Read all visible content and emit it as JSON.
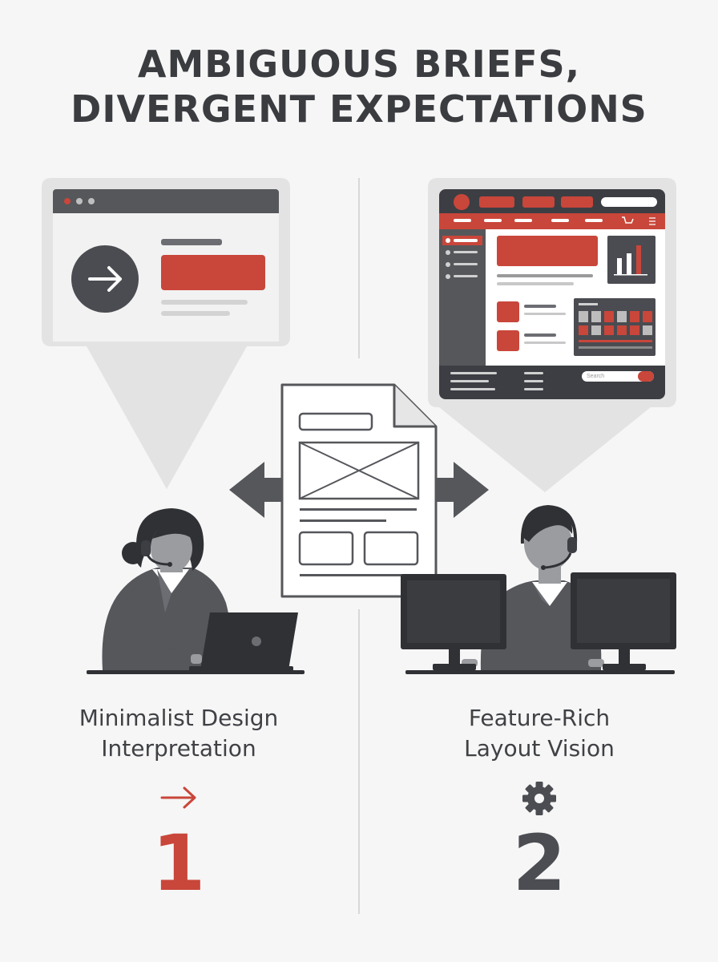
{
  "header": {
    "title_line1": "AMBIGUOUS BRIEFS,",
    "title_line2": "DIVERGENT EXPECTATIONS"
  },
  "left": {
    "caption_line1": "Minimalist Design",
    "caption_line2": "Interpretation",
    "icon": "arrow-right-icon",
    "number": "1"
  },
  "right": {
    "caption_line1": "Feature-Rich",
    "caption_line2": "Layout Vision",
    "icon": "gear-icon",
    "number": "2",
    "search_placeholder": "Search"
  },
  "colors": {
    "accent_red": "#c9463a",
    "dark": "#3f4145",
    "mid_gray": "#6b6d72",
    "light_gray": "#e2e2e2"
  }
}
